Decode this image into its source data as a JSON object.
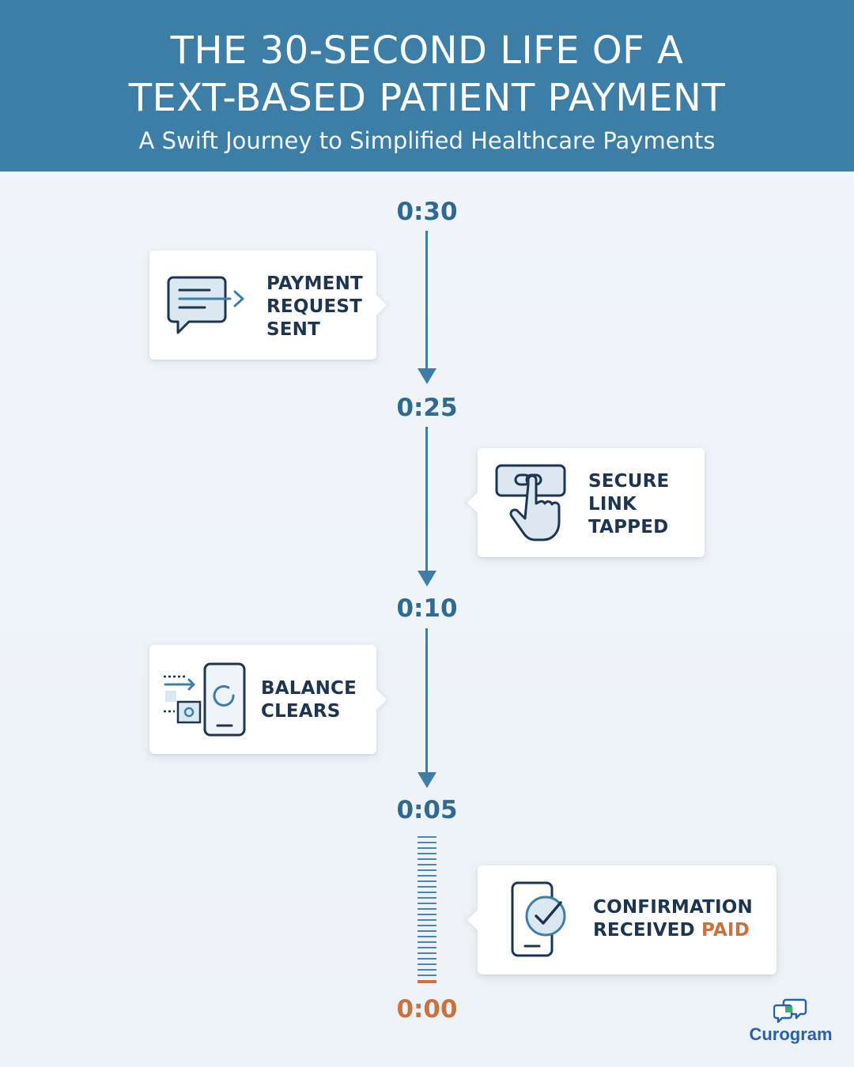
{
  "header": {
    "title_line1": "THE 30-SECOND LIFE OF A",
    "title_line2": "TEXT-BASED PATIENT PAYMENT",
    "subtitle": "A Swift Journey to Simplified Healthcare Payments"
  },
  "timeline": {
    "times": [
      "0:30",
      "0:25",
      "0:10",
      "0:05",
      "0:00"
    ]
  },
  "steps": [
    {
      "label_lines": [
        "PAYMENT",
        "REQUEST",
        "SENT"
      ],
      "icon": "chat-bubble-arrow-icon"
    },
    {
      "label_lines": [
        "SECURE",
        "LINK",
        "TAPPED"
      ],
      "icon": "hand-tap-link-icon"
    },
    {
      "label_lines": [
        "BALANCE",
        "CLEARS"
      ],
      "icon": "phone-processing-icon"
    },
    {
      "label_line1": "CONFIRMATION",
      "label_line2_prefix": "RECEIVED ",
      "label_line2_highlight": "PAID",
      "icon": "phone-checkmark-icon"
    }
  ],
  "logo": {
    "text": "Curogram",
    "icon": "chat-bubbles-logo-icon"
  },
  "colors": {
    "header_bg": "#3c7ea5",
    "timeline": "#3e7ea6",
    "accent": "#c7733f",
    "text": "#1e3550"
  }
}
